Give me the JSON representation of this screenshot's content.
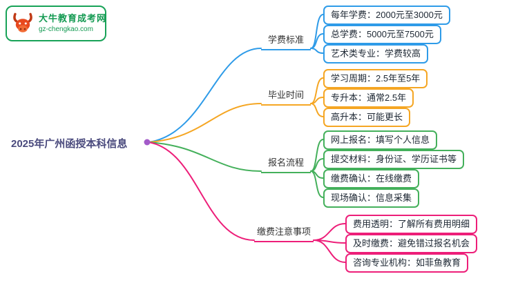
{
  "logo": {
    "site_name": "大牛教育成考网",
    "site_url": "gz-chengkao.com",
    "brand_color": "#17a257",
    "bull_color": "#E8491F"
  },
  "root": {
    "label": "2025年广州函授本科信息",
    "dot_color": "#A35BC9",
    "text_color": "#4a4a7d"
  },
  "branches": [
    {
      "label": "学费标准",
      "color": "#2E9BE8",
      "children": [
        {
          "text": "每年学费：2000元至3000元"
        },
        {
          "text": "总学费：5000元至7500元"
        },
        {
          "text": "艺术类专业：学费较高"
        }
      ]
    },
    {
      "label": "毕业时间",
      "color": "#F5A623",
      "children": [
        {
          "text": "学习周期：2.5年至5年"
        },
        {
          "text": "专升本：通常2.5年"
        },
        {
          "text": "高升本：可能更长"
        }
      ]
    },
    {
      "label": "报名流程",
      "color": "#44B05B",
      "children": [
        {
          "text": "网上报名：填写个人信息"
        },
        {
          "text": "提交材料：身份证、学历证书等"
        },
        {
          "text": "缴费确认：在线缴费"
        },
        {
          "text": "现场确认：信息采集"
        }
      ]
    },
    {
      "label": "缴费注意事项",
      "color": "#ED1E79",
      "children": [
        {
          "text": "费用透明：了解所有费用明细"
        },
        {
          "text": "及时缴费：避免错过报名机会"
        },
        {
          "text": "咨询专业机构：如菲鱼教育"
        }
      ]
    }
  ]
}
